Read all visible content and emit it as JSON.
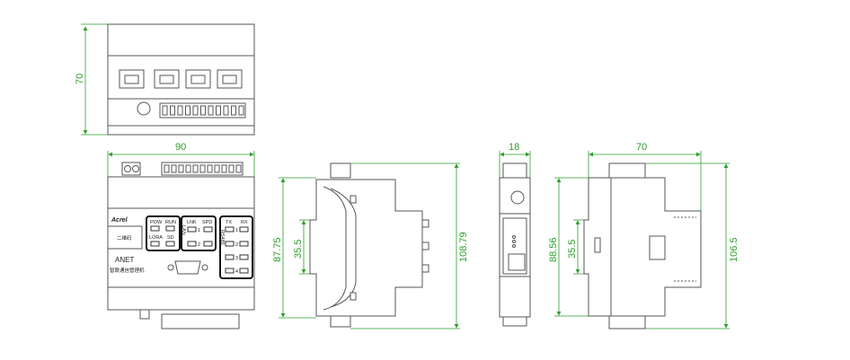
{
  "dimensions": {
    "top_height": "70",
    "front_width": "90",
    "side_height_inner": "87.75",
    "side_rail": "35.5",
    "side_height_total": "108.79",
    "narrow_width": "18",
    "right_width": "70",
    "right_height_inner": "88.56",
    "right_rail": "35.5",
    "right_height_total": "106.5"
  },
  "front_panel": {
    "brand": "Acrel",
    "qr_label": "二维码",
    "model": "ANET",
    "product_name": "智联通信管理机",
    "leds_group1": [
      "POW",
      "RUN",
      "LORA",
      "SD"
    ],
    "leds_group2": [
      "LNK",
      "SPD",
      "1",
      "2"
    ],
    "lan_label": "LAN",
    "leds_group3": [
      "TX",
      "RX",
      "1",
      "2",
      "3",
      "4"
    ],
    "rs485_label": "RS485"
  },
  "colors": {
    "dimension": "#2e9e2e",
    "outline": "#555555"
  }
}
